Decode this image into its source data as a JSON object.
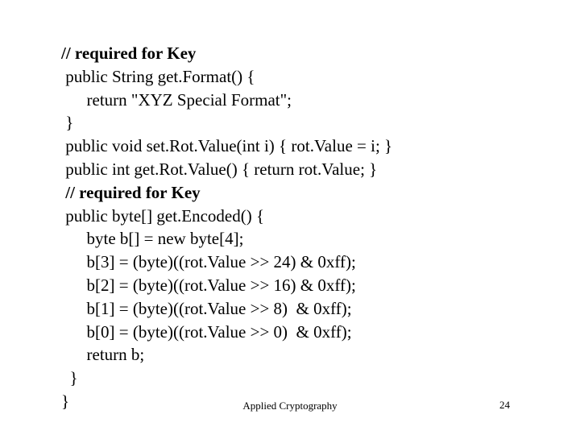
{
  "slide": {
    "code_lines": [
      {
        "text": "// required for Key",
        "indent": 0,
        "bold": true
      },
      {
        "text": " public String get.Format() {",
        "indent": 0,
        "bold": false
      },
      {
        "text": "      return \"XYZ Special Format\";",
        "indent": 0,
        "bold": false
      },
      {
        "text": " }",
        "indent": 0,
        "bold": false
      },
      {
        "text": " public void set.Rot.Value(int i) { rot.Value = i; }",
        "indent": 0,
        "bold": false
      },
      {
        "text": " public int get.Rot.Value() { return rot.Value; }",
        "indent": 0,
        "bold": false
      },
      {
        "text": " // required for Key",
        "indent": 0,
        "bold": true
      },
      {
        "text": " public byte[] get.Encoded() {",
        "indent": 0,
        "bold": false
      },
      {
        "text": "      byte b[] = new byte[4];",
        "indent": 0,
        "bold": false
      },
      {
        "text": "      b[3] = (byte)((rot.Value >> 24) & 0xff);",
        "indent": 0,
        "bold": false
      },
      {
        "text": "      b[2] = (byte)((rot.Value >> 16) & 0xff);",
        "indent": 0,
        "bold": false
      },
      {
        "text": "      b[1] = (byte)((rot.Value >> 8)  & 0xff);",
        "indent": 0,
        "bold": false
      },
      {
        "text": "      b[0] = (byte)((rot.Value >> 0)  & 0xff);",
        "indent": 0,
        "bold": false
      },
      {
        "text": "      return b;",
        "indent": 0,
        "bold": false
      },
      {
        "text": "  }",
        "indent": 0,
        "bold": false
      },
      {
        "text": "}",
        "indent": 0,
        "bold": false
      }
    ],
    "footer_title": "Applied Cryptography",
    "page_number": "24"
  }
}
